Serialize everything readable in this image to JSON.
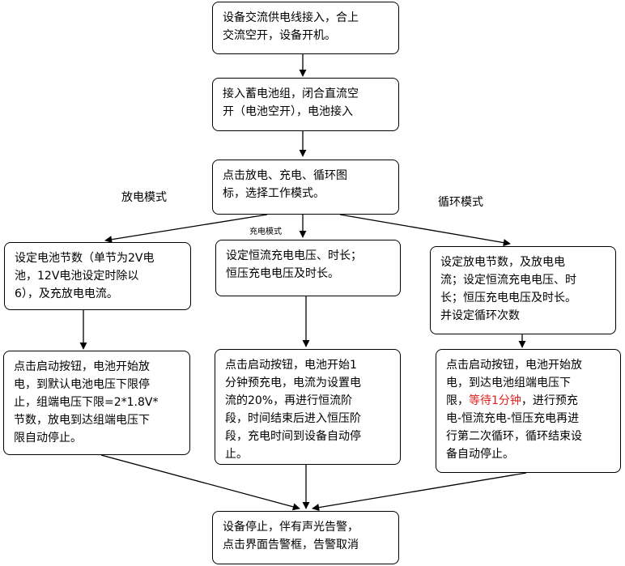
{
  "nodes": {
    "n1": "设备交流供电线接入，合上\n交流空开，设备开机。",
    "n2": "接入蓄电池组，闭合直流空\n开（电池空开），电池接入",
    "n3": "点击放电、充电、循环图\n标，选择工作模式。",
    "n4": "设定电池节数（单节为2V电\n池，12V电池设定时除以\n6），及充放电电流。",
    "n5": "设定恒流充电电压、时长；\n恒压充电电压及时长。",
    "n6": "设定放电节数，及放电电\n流；设定恒流充电电压、时\n长；恒压充电电压及时长。\n并设定循环次数",
    "n7": "点击启动按钮，电池开始放\n电，到默认电池电压下限停\n止，组端电压下限=2*1.8V*\n节数，放电到达组端电压下\n限自动停止。",
    "n8": "点击启动按钮，电池开始1\n分钟预充电，电流为设置电\n流的20%，再进行恒流阶\n段，时间结束后进入恒压阶\n段，充电时间到设备自动停\n止。",
    "n9_pre": "点击启动按钮，电池开始放\n电，到达电池组端电压下\n限，",
    "n9_red": "等待1分钟",
    "n9_post": "，进行预充\n电-恒流充电-恒压充电再进\n行第二次循环，循环结束设\n备自动停止。",
    "n10": "设备停止，伴有声光告警，\n点击界面告警框，告警取消"
  },
  "labels": {
    "discharge": "放电模式",
    "charge": "充电模式",
    "cycle": "循环模式"
  },
  "colors": {
    "highlight": "#e0201c"
  }
}
